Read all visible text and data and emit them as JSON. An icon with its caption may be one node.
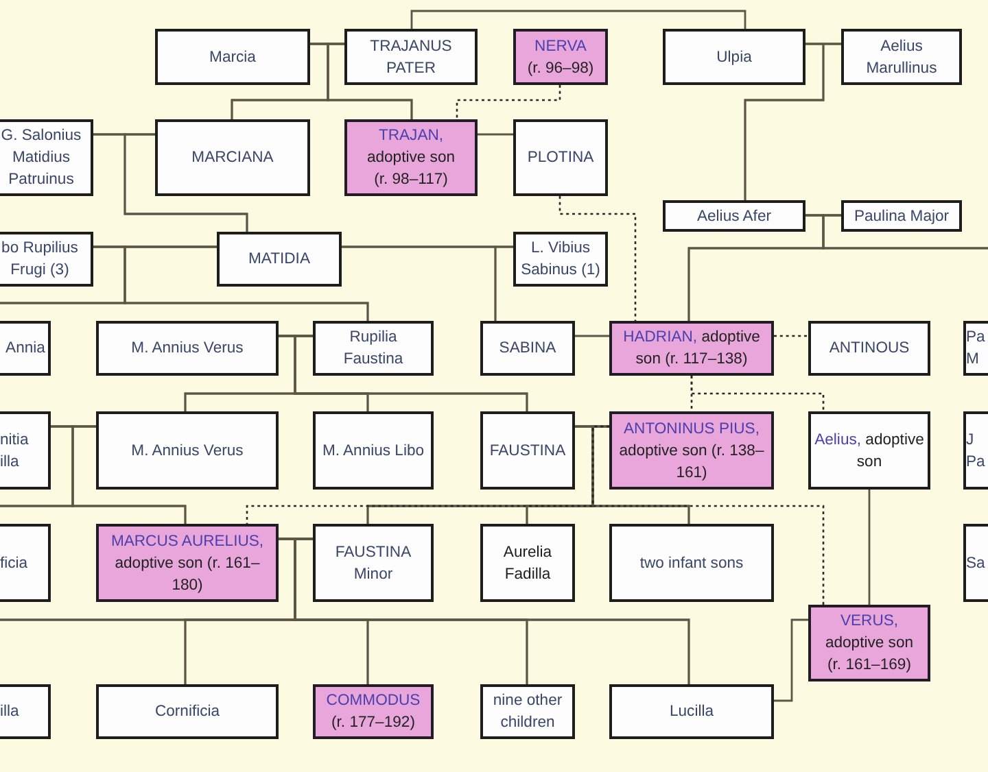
{
  "diagram": {
    "nodes": [
      {
        "text": [
          "Marcia"
        ]
      },
      {
        "text": [
          "TRAJANUS PATER"
        ]
      },
      {
        "text": [
          "NERVA",
          "(r. 96–98)"
        ]
      },
      {
        "text": [
          "Ulpia"
        ]
      },
      {
        "text": [
          "Aelius Marullinus"
        ]
      },
      {
        "text": [
          "G. Salonius Matidius Patruinus"
        ]
      },
      {
        "text": [
          "MARCIANA"
        ]
      },
      {
        "text": [
          "TRAJAN,",
          "adoptive son (r. 98–117)"
        ]
      },
      {
        "text": [
          "PLOTINA"
        ]
      },
      {
        "text": [
          "Aelius Afer"
        ]
      },
      {
        "text": [
          "Paulina Major"
        ]
      },
      {
        "text": [
          "bo Rupilius Frugi (3)"
        ]
      },
      {
        "text": [
          "MATIDIA"
        ]
      },
      {
        "text": [
          "L. Vibius Sabinus (1)"
        ]
      },
      {
        "text": [
          "Annia"
        ]
      },
      {
        "text": [
          "M. Annius Verus"
        ]
      },
      {
        "text": [
          "Rupilia Faustina"
        ]
      },
      {
        "text": [
          "SABINA"
        ]
      },
      {
        "text": [
          "HADRIAN,",
          "adoptive son (r. 117–138)"
        ]
      },
      {
        "text": [
          "ANTINOUS"
        ]
      },
      {
        "text": [
          "Pa M"
        ]
      },
      {
        "text": [
          "nitia illa"
        ]
      },
      {
        "text": [
          "M. Annius Verus"
        ]
      },
      {
        "text": [
          "M. Annius Libo"
        ]
      },
      {
        "text": [
          "FAUSTINA"
        ]
      },
      {
        "text": [
          "ANTONINUS PIUS,",
          "adoptive son (r. 138–161)"
        ]
      },
      {
        "text": [
          "Aelius,",
          "adoptive son"
        ]
      },
      {
        "text": [
          "J Pa"
        ]
      },
      {
        "text": [
          "ficia"
        ]
      },
      {
        "text": [
          "MARCUS AURELIUS,",
          "adoptive son (r. 161–180)"
        ]
      },
      {
        "text": [
          "FAUSTINA Minor"
        ]
      },
      {
        "text": [
          "Aurelia Fadilla"
        ]
      },
      {
        "text": [
          "two infant sons"
        ]
      },
      {
        "text": [
          "Sa"
        ]
      },
      {
        "text": [
          "VERUS,",
          "adoptive son (r. 161–169)"
        ]
      },
      {
        "text": [
          "illa"
        ]
      },
      {
        "text": [
          "Cornificia"
        ]
      },
      {
        "text": [
          "COMMODUS",
          "(r. 177–192)"
        ]
      },
      {
        "text": [
          "nine other children"
        ]
      },
      {
        "text": [
          "Lucilla"
        ]
      }
    ],
    "edges": [
      {
        "from": 0,
        "to": 1,
        "arrow": "none"
      },
      {
        "from": 1,
        "to": 3,
        "arrow": "none"
      },
      {
        "from": 3,
        "to": 4,
        "arrow": "none"
      },
      {
        "from": 2,
        "to": 7,
        "arrow": "none",
        "style": "dashed"
      },
      {
        "from": 0,
        "to": 6,
        "arrow": "none"
      },
      {
        "from": 1,
        "to": 6,
        "arrow": "none"
      },
      {
        "from": 0,
        "to": 7,
        "arrow": "none"
      },
      {
        "from": 1,
        "to": 7,
        "arrow": "none"
      },
      {
        "from": 3,
        "to": 9,
        "arrow": "none"
      },
      {
        "from": 4,
        "to": 9,
        "arrow": "none"
      },
      {
        "from": 5,
        "to": 6,
        "arrow": "none"
      },
      {
        "from": 7,
        "to": 8,
        "arrow": "none"
      },
      {
        "from": 5,
        "to": 12,
        "arrow": "none"
      },
      {
        "from": 6,
        "to": 12,
        "arrow": "none"
      },
      {
        "from": 8,
        "to": 18,
        "arrow": "none",
        "style": "dashed"
      },
      {
        "from": 9,
        "to": 10,
        "arrow": "none"
      },
      {
        "from": 9,
        "to": 18,
        "arrow": "none"
      },
      {
        "from": 10,
        "to": 18,
        "arrow": "none"
      },
      {
        "from": 9,
        "to": 20,
        "arrow": "none"
      },
      {
        "from": 10,
        "to": 20,
        "arrow": "none"
      },
      {
        "from": 11,
        "to": 12,
        "arrow": "none"
      },
      {
        "from": 12,
        "to": 13,
        "arrow": "none"
      },
      {
        "from": 11,
        "to": 14,
        "arrow": "none"
      },
      {
        "from": 12,
        "to": 14,
        "arrow": "none"
      },
      {
        "from": 11,
        "to": 16,
        "arrow": "none"
      },
      {
        "from": 12,
        "to": 16,
        "arrow": "none"
      },
      {
        "from": 12,
        "to": 17,
        "arrow": "none"
      },
      {
        "from": 13,
        "to": 17,
        "arrow": "none"
      },
      {
        "from": 15,
        "to": 16,
        "arrow": "none"
      },
      {
        "from": 17,
        "to": 18,
        "arrow": "none"
      },
      {
        "from": 18,
        "to": 19,
        "arrow": "none",
        "style": "dashed"
      },
      {
        "from": 15,
        "to": 22,
        "arrow": "none"
      },
      {
        "from": 16,
        "to": 22,
        "arrow": "none"
      },
      {
        "from": 15,
        "to": 23,
        "arrow": "none"
      },
      {
        "from": 16,
        "to": 23,
        "arrow": "none"
      },
      {
        "from": 15,
        "to": 24,
        "arrow": "none"
      },
      {
        "from": 16,
        "to": 24,
        "arrow": "none"
      },
      {
        "from": 18,
        "to": 25,
        "arrow": "none",
        "style": "dashed"
      },
      {
        "from": 18,
        "to": 26,
        "arrow": "none",
        "style": "dashed"
      },
      {
        "from": 21,
        "to": 22,
        "arrow": "none"
      },
      {
        "from": 24,
        "to": 25,
        "arrow": "none"
      },
      {
        "from": 21,
        "to": 28,
        "arrow": "none"
      },
      {
        "from": 22,
        "to": 28,
        "arrow": "none"
      },
      {
        "from": 21,
        "to": 29,
        "arrow": "none"
      },
      {
        "from": 22,
        "to": 29,
        "arrow": "none"
      },
      {
        "from": 25,
        "to": 29,
        "arrow": "none",
        "style": "dashed"
      },
      {
        "from": 25,
        "to": 34,
        "arrow": "none",
        "style": "dashed"
      },
      {
        "from": 24,
        "to": 30,
        "arrow": "none"
      },
      {
        "from": 25,
        "to": 30,
        "arrow": "none"
      },
      {
        "from": 24,
        "to": 31,
        "arrow": "none"
      },
      {
        "from": 25,
        "to": 31,
        "arrow": "none"
      },
      {
        "from": 24,
        "to": 32,
        "arrow": "none"
      },
      {
        "from": 25,
        "to": 32,
        "arrow": "none"
      },
      {
        "from": 26,
        "to": 34,
        "arrow": "none"
      },
      {
        "from": 29,
        "to": 30,
        "arrow": "none"
      },
      {
        "from": 29,
        "to": 35,
        "arrow": "none"
      },
      {
        "from": 30,
        "to": 35,
        "arrow": "none"
      },
      {
        "from": 29,
        "to": 36,
        "arrow": "none"
      },
      {
        "from": 30,
        "to": 36,
        "arrow": "none"
      },
      {
        "from": 29,
        "to": 37,
        "arrow": "none"
      },
      {
        "from": 30,
        "to": 37,
        "arrow": "none"
      },
      {
        "from": 29,
        "to": 38,
        "arrow": "none"
      },
      {
        "from": 30,
        "to": 38,
        "arrow": "none"
      },
      {
        "from": 29,
        "to": 39,
        "arrow": "none"
      },
      {
        "from": 30,
        "to": 39,
        "arrow": "none"
      },
      {
        "from": 39,
        "to": 34,
        "arrow": "none"
      }
    ]
  }
}
